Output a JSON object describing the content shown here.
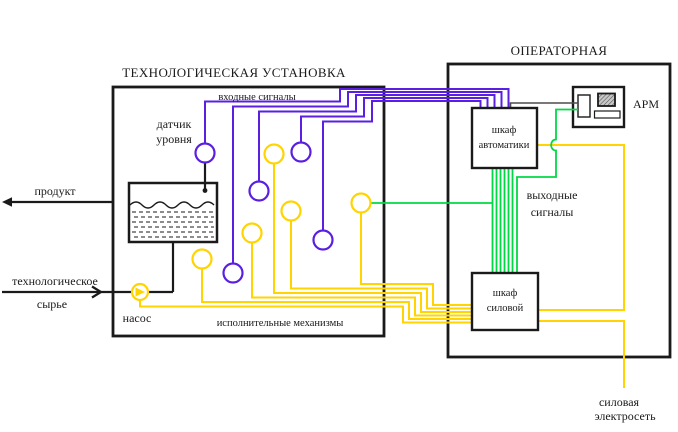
{
  "colors": {
    "input_signals_purple": "#5a1fe0",
    "actuators_yellow": "#ffd400",
    "output_signals_green": "#00d944",
    "pipe_black": "#1a1a1a",
    "arm_link_gray": "#4d4d4d"
  },
  "plant": {
    "title": "ТЕХНОЛОГИЧЕСКАЯ УСТАНОВКА",
    "input_signals_label": "входные сигналы",
    "actuators_label": "исполнительные механизмы",
    "level_sensor_label": {
      "line1": "датчик",
      "line2": "уровня"
    },
    "pump_label": "насос",
    "product_label": "продукт",
    "feedstock_label": {
      "line1": "технологическое",
      "line2": "сырье"
    }
  },
  "operator_room": {
    "title": "ОПЕРАТОРНАЯ",
    "automation_cabinet": {
      "line1": "шкаф",
      "line2": "автоматики"
    },
    "power_cabinet": {
      "line1": "шкаф",
      "line2": "силовой"
    },
    "workstation_label": "АРМ",
    "output_signals_label": {
      "line1": "выходные",
      "line2": "сигналы"
    },
    "power_grid_label": {
      "line1": "силовая",
      "line2": "электросеть"
    }
  }
}
